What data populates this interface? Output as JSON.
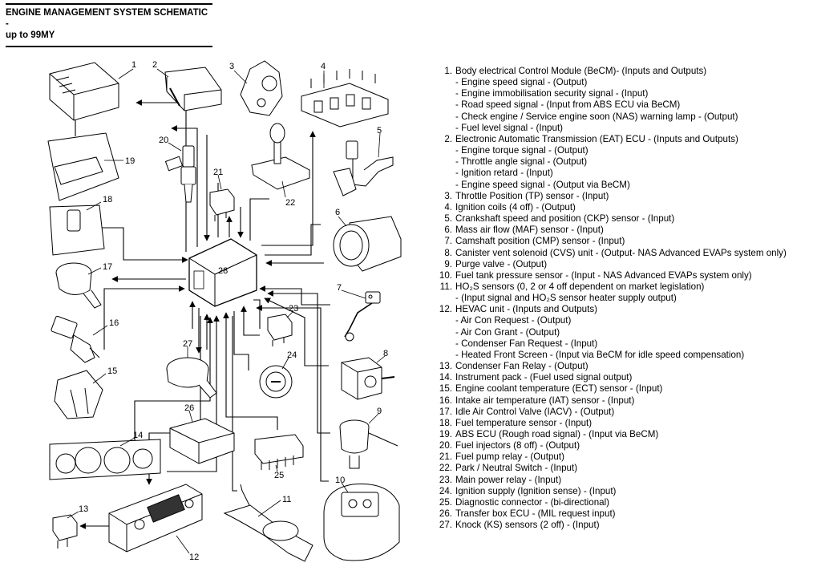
{
  "title": "ENGINE MANAGEMENT SYSTEM SCHEMATIC -\nup to 99MY",
  "diagram": {
    "ecu_number": "28",
    "callouts": [
      "1",
      "2",
      "3",
      "4",
      "5",
      "6",
      "7",
      "8",
      "9",
      "10",
      "11",
      "12",
      "13",
      "14",
      "15",
      "16",
      "17",
      "18",
      "19",
      "20",
      "21",
      "22",
      "23",
      "24",
      "25",
      "26",
      "27"
    ]
  },
  "legend": [
    {
      "num": "1.",
      "text": "Body electrical Control Module (BeCM)- (Inputs and Outputs)",
      "subs": [
        "- Engine speed signal - (Output)",
        "- Engine immobilisation security signal - (Input)",
        "- Road speed signal - (Input from ABS ECU via BeCM)",
        "- Check engine / Service engine soon (NAS) warning lamp - (Output)",
        "- Fuel level signal - (Input)"
      ]
    },
    {
      "num": "2.",
      "text": "Electronic Automatic Transmission (EAT) ECU - (Inputs and Outputs)",
      "subs": [
        "- Engine torque signal - (Output)",
        "- Throttle angle signal - (Output)",
        "- Ignition retard - (Input)",
        "- Engine speed signal - (Output via BeCM)"
      ]
    },
    {
      "num": "3.",
      "text": "Throttle Position (TP) sensor - (Input)",
      "subs": []
    },
    {
      "num": "4.",
      "text": "Ignition coils (4 off) - (Output)",
      "subs": []
    },
    {
      "num": "5.",
      "text": "Crankshaft speed and position (CKP) sensor - (Input)",
      "subs": []
    },
    {
      "num": "6.",
      "text": "Mass air flow (MAF) sensor - (Input)",
      "subs": []
    },
    {
      "num": "7.",
      "text": "Camshaft position (CMP) sensor - (Input)",
      "subs": []
    },
    {
      "num": "8.",
      "text": "Canister vent solenoid (CVS) unit - (Output- NAS Advanced EVAPs system only)",
      "subs": []
    },
    {
      "num": "9.",
      "text": "Purge valve - (Output)",
      "subs": []
    },
    {
      "num": "10.",
      "text": "Fuel tank pressure sensor - (Input - NAS Advanced EVAPs system only)",
      "subs": []
    },
    {
      "num": "11.",
      "text": "HO₂S sensors (0, 2 or 4 off dependent on market legislation)",
      "subs": [
        "- (Input signal and HO₂S sensor heater supply output)"
      ]
    },
    {
      "num": "12.",
      "text": "HEVAC unit - (Inputs and Outputs)",
      "subs": [
        "- Air Con Request - (Output)",
        "- Air Con Grant - (Output)",
        "- Condenser Fan Request - (Input)",
        "- Heated Front Screen - (Input via BeCM for idle speed compensation)"
      ]
    },
    {
      "num": "13.",
      "text": "Condenser Fan Relay - (Output)",
      "subs": []
    },
    {
      "num": "14.",
      "text": "Instrument pack - (Fuel used signal output)",
      "subs": []
    },
    {
      "num": "15.",
      "text": "Engine coolant temperature (ECT) sensor - (Input)",
      "subs": []
    },
    {
      "num": "16.",
      "text": "Intake air temperature (IAT) sensor - (Input)",
      "subs": []
    },
    {
      "num": "17.",
      "text": "Idle Air Control Valve (IACV) - (Output)",
      "subs": []
    },
    {
      "num": "18.",
      "text": "Fuel temperature sensor - (Input)",
      "subs": []
    },
    {
      "num": "19.",
      "text": "ABS ECU (Rough road signal) - (Input via BeCM)",
      "subs": []
    },
    {
      "num": "20.",
      "text": "Fuel injectors (8 off) - (Output)",
      "subs": []
    },
    {
      "num": "21.",
      "text": "Fuel pump relay - (Output)",
      "subs": []
    },
    {
      "num": "22.",
      "text": "Park / Neutral Switch - (Input)",
      "subs": []
    },
    {
      "num": "23.",
      "text": "Main power relay - (Input)",
      "subs": []
    },
    {
      "num": "24.",
      "text": "Ignition supply (Ignition sense) - (Input)",
      "subs": []
    },
    {
      "num": "25.",
      "text": "Diagnostic connector - (bi-directional)",
      "subs": []
    },
    {
      "num": "26.",
      "text": "Transfer box ECU - (MIL request input)",
      "subs": []
    },
    {
      "num": "27.",
      "text": "Knock (KS) sensors (2 off) - (Input)",
      "subs": []
    }
  ]
}
